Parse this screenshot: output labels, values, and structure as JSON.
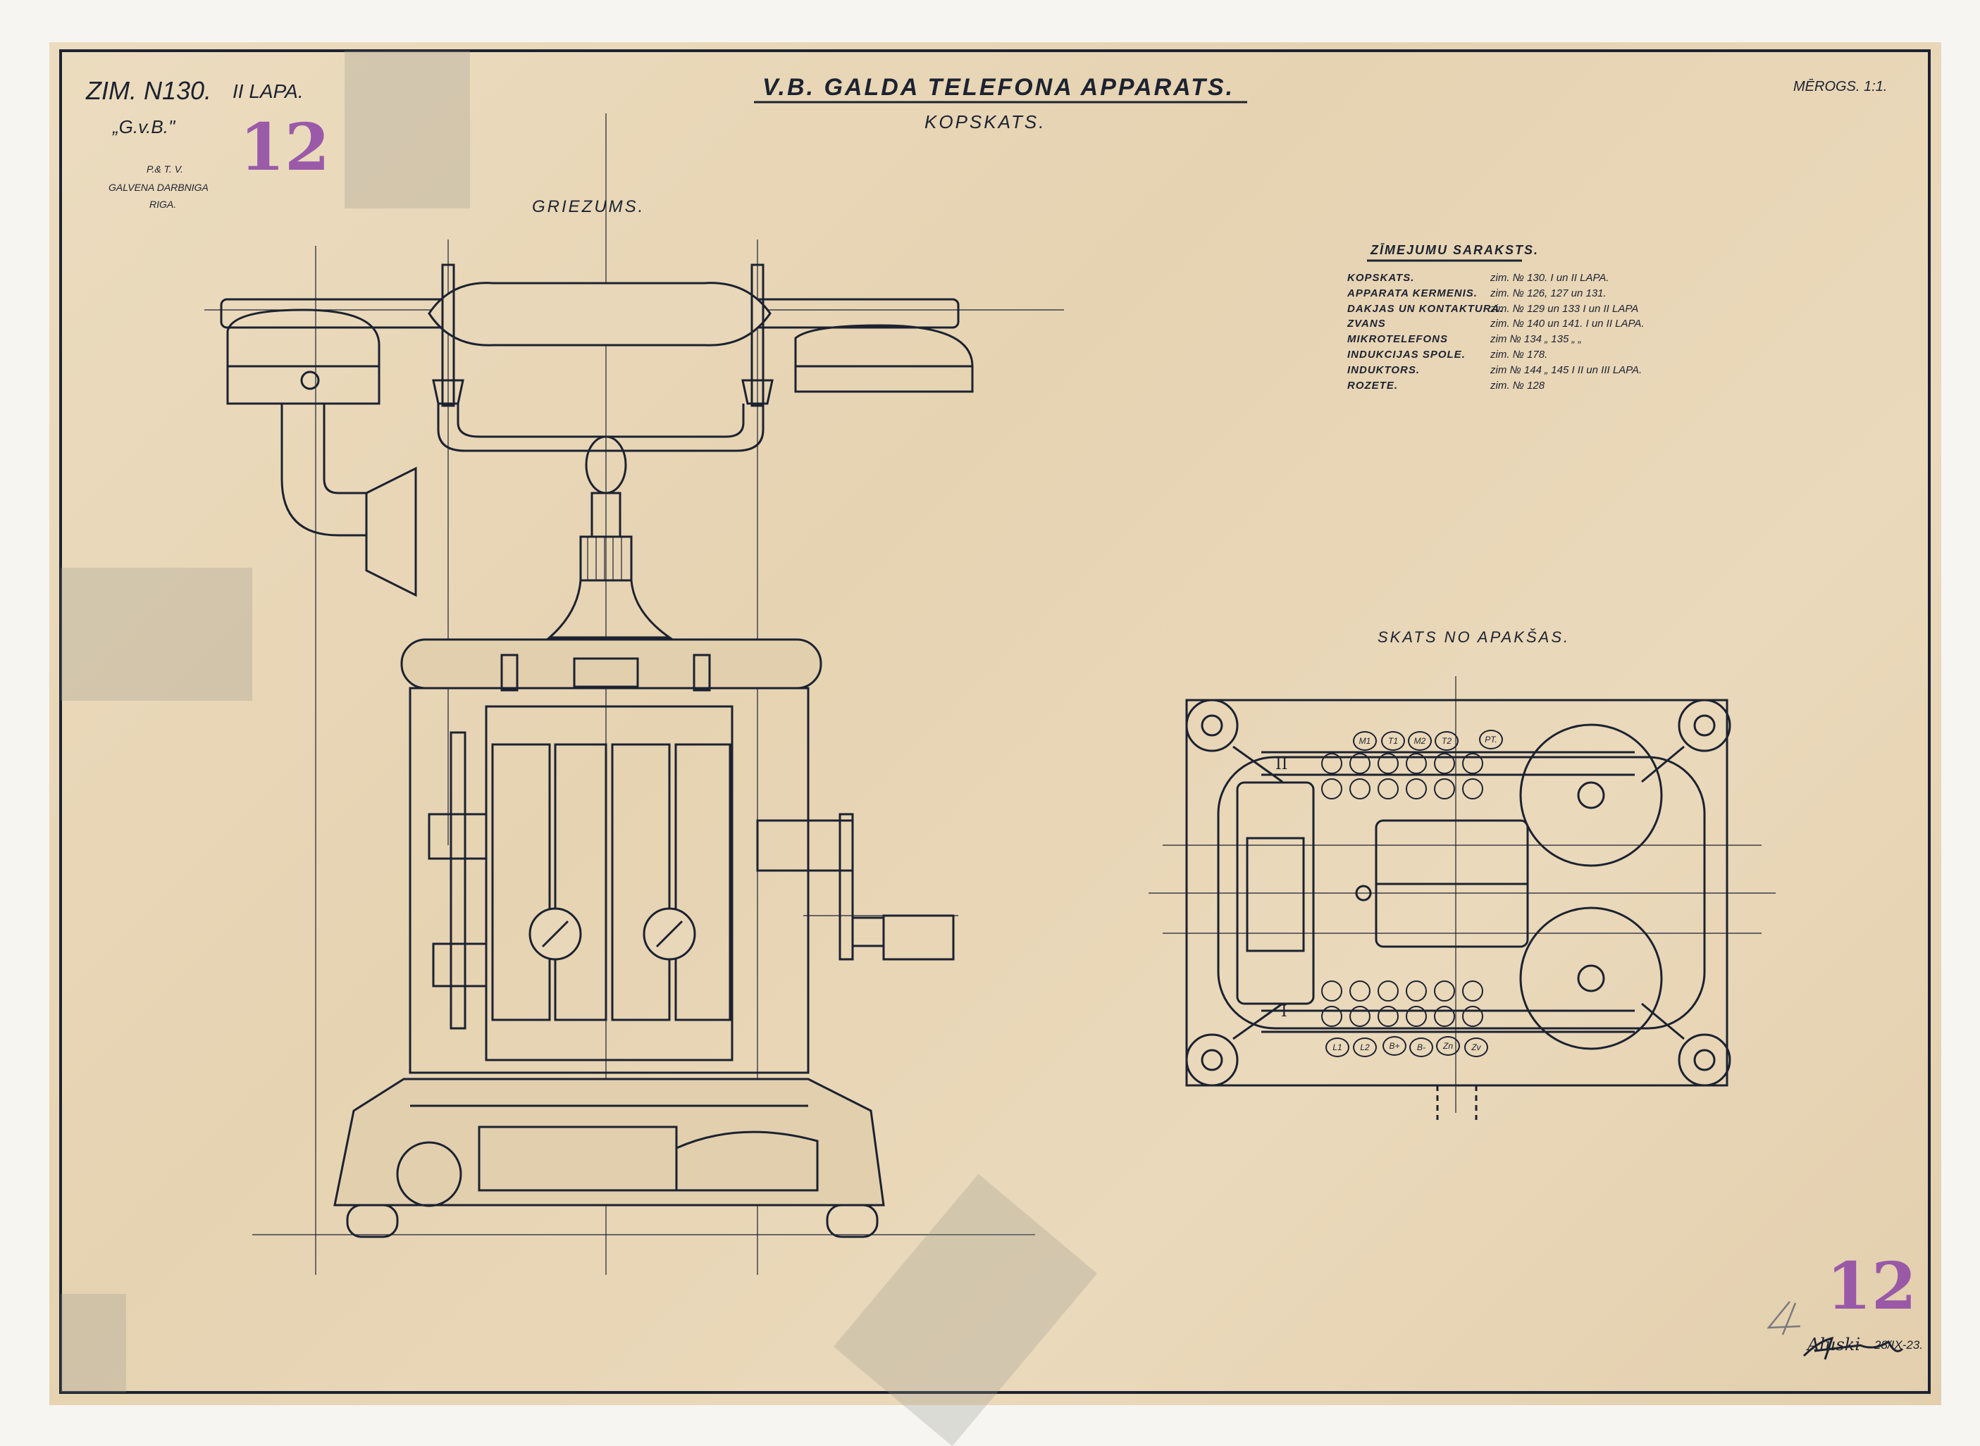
{
  "header": {
    "drawing_number": "ZIM. N130.",
    "sheet": "II LAPA.",
    "code": "„G.v.B.\"",
    "org_line1": "P.& T. V.",
    "org_line2": "GALVENA DARBNIGA",
    "org_line3": "RIGA.",
    "title": "V.B. GALDA TELEFONA APPARATS.",
    "subtitle": "KOPSKATS.",
    "scale": "MĒROGS. 1:1."
  },
  "stamps": {
    "top_number": "12",
    "bottom_number": "12",
    "stamp_color": "#8d45a6"
  },
  "section_view": {
    "label": "GRIEZUMS."
  },
  "bottom_view": {
    "label": "SKATS NO APAKŠAS.",
    "top_terminals": [
      "M1",
      "T1",
      "M2",
      "T2",
      "PT."
    ],
    "bottom_terminals": [
      "L1",
      "L2",
      "B+",
      "B-",
      "Zn",
      "Zv"
    ],
    "coil_marks": [
      "II",
      "I"
    ]
  },
  "drawing_list": {
    "title": "ZĪMEJUMU SARAKSTS.",
    "rows": [
      {
        "part": "KOPSKATS.",
        "ref": "zim. № 130. I un II LAPA."
      },
      {
        "part": "APPARATA KERMENIS.",
        "ref": "zim. № 126, 127 un 131."
      },
      {
        "part": "DAKJAS UN KONTAKTURA.",
        "ref": "zim. № 129 un 133 I un II LAPA"
      },
      {
        "part": "ZVANS",
        "ref": "zim. № 140 un 141. I un II LAPA."
      },
      {
        "part": "MIKROTELEFONS",
        "ref": "zim № 134 „ 135 „ „"
      },
      {
        "part": "INDUKCIJAS SPOLE.",
        "ref": "zim. № 178."
      },
      {
        "part": "INDUKTORS.",
        "ref": "zim № 144 „ 145 I II un III LAPA."
      },
      {
        "part": "ROZETE.",
        "ref": "zim. № 128"
      }
    ]
  },
  "footer": {
    "pencil_mark": "4",
    "signature": "Aluski",
    "date": "28/IX-23."
  },
  "colors": {
    "ink": "#1c2230",
    "paper": "#e8d7b8"
  }
}
